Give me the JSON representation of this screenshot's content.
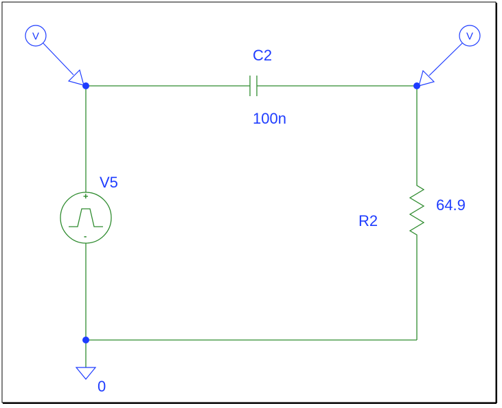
{
  "components": {
    "capacitor": {
      "ref": "C2",
      "value": "100n"
    },
    "source": {
      "ref": "V5",
      "plus": "+",
      "minus": "-"
    },
    "resistor": {
      "ref": "R2",
      "value": "64.9"
    },
    "ground": {
      "label": "0"
    }
  },
  "probes": {
    "left": "V",
    "right": "V"
  },
  "colors": {
    "wire": "#2e8b2e",
    "label": "#1e3cff",
    "border": "#000000",
    "background": "#ffffff"
  }
}
